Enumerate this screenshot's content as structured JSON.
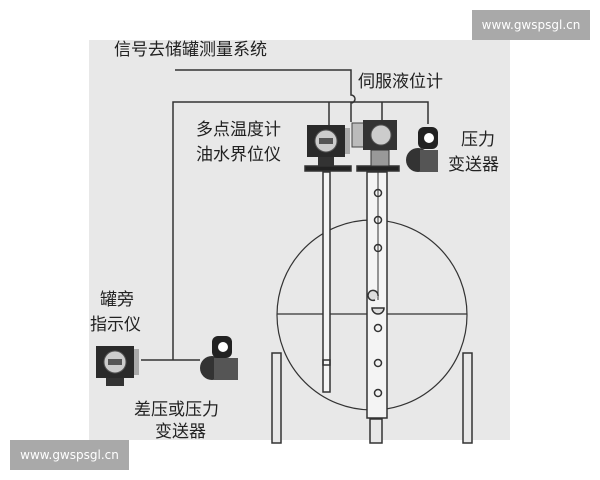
{
  "watermark": {
    "text": "www.gwspsgl.cn"
  },
  "labels": {
    "signal_to_system": "信号去储罐测量系统",
    "servo_gauge": "伺服液位计",
    "multipoint_temp_line1": "多点温度计",
    "multipoint_temp_line2": "油水界位仪",
    "pressure_tx_line1": "压力",
    "pressure_tx_line2": "变送器",
    "side_indicator_line1": "罐旁",
    "side_indicator_line2": "指示仪",
    "dp_tx_line1": "差压或压力",
    "dp_tx_line2": "变送器"
  },
  "colors": {
    "background": "#e8e8e8",
    "line": "#333333",
    "watermark_bg": "#a9a9a9"
  }
}
